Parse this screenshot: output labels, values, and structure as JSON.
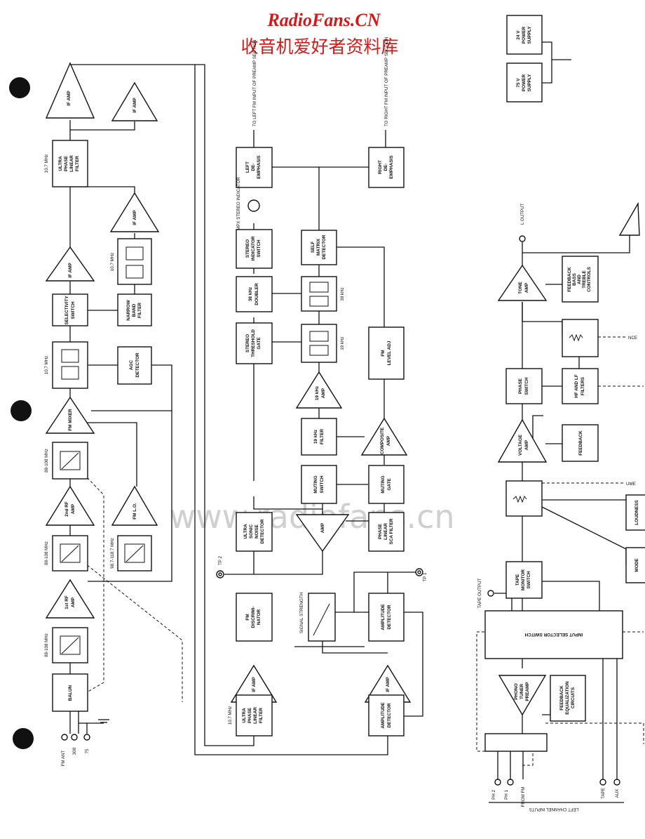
{
  "header": {
    "site": "RadioFans.CN",
    "subtitle": "收音机爱好者资料库",
    "watermark": "www.radiofans.cn"
  },
  "colors": {
    "header": "#d21a1a",
    "ink": "#111111",
    "watermark": "#cfcfcf"
  },
  "blocks": {
    "if_amp_top": [
      "IF AMP"
    ],
    "if_amp_top2": [
      "IF AMP"
    ],
    "upf_top": [
      "ULTRA",
      "PHASE",
      "LINEAR",
      "FILTER"
    ],
    "if_amp_mid": [
      "IF AMP"
    ],
    "if_amp_n": [
      "IF AMP"
    ],
    "selectivity": [
      "SELECTIVITY",
      "SWITCH"
    ],
    "narrow": [
      "NARROW",
      "BAND",
      "FILTER"
    ],
    "agc": [
      "AGC",
      "DETECTOR"
    ],
    "fm_mixer": [
      "FM MIXER"
    ],
    "rf2": [
      "2nd RF",
      "AMP"
    ],
    "fm_lo": [
      "FM L.O."
    ],
    "rf1": [
      "1st RF",
      "AMP"
    ],
    "balun": [
      "BALUN"
    ],
    "left_deemph": [
      "LEFT",
      "DE-",
      "EMPHASIS"
    ],
    "right_deemph": [
      "RIGHT",
      "DE-",
      "EMPHASIS"
    ],
    "stereo_ind": [
      "STEREO",
      "INDICATOR",
      "SWITCH"
    ],
    "self_matrix": [
      "SELF",
      "MATRIX",
      "DETECTOR"
    ],
    "doubler": [
      "38 kHz",
      "DOUBLER"
    ],
    "threshold": [
      "STEREO",
      "THRESHOLD",
      "GATE"
    ],
    "fm_level": [
      "FM",
      "LEVEL ADJ"
    ],
    "amp19": [
      "19 kHz",
      "AMP"
    ],
    "filter19": [
      "19 kHz",
      "FILTER"
    ],
    "composite": [
      "COMPOSITE",
      "AMP"
    ],
    "muting_sw": [
      "MUTING",
      "SWITCH"
    ],
    "muting_gate": [
      "MUTING",
      "GATE"
    ],
    "ultrasonic": [
      "ULTRA",
      "SONIC",
      "NOISE",
      "DETECTOR"
    ],
    "amp_c": [
      "AMP"
    ],
    "sca": [
      "PHASE",
      "LINEAR",
      "SCA FILTER"
    ],
    "discrim": [
      "FM",
      "DISCRIMI-",
      "NATOR"
    ],
    "amp_det_top": [
      "AMPLITUDE",
      "DETECTOR"
    ],
    "if_amp_b1": [
      "IF AMP"
    ],
    "if_amp_b2": [
      "IF AMP"
    ],
    "upf_bot": [
      "ULTRA",
      "PHASE",
      "LINEAR",
      "FILTER"
    ],
    "amp_det_bot": [
      "AMPLITUDE",
      "DETECTOR"
    ],
    "ps24": [
      "24 V",
      "POWER",
      "SUPPLY"
    ],
    "ps75": [
      "75 V",
      "POWER",
      "SUPPLY"
    ],
    "tone": [
      "TONE",
      "AMP"
    ],
    "fb_bass": [
      "FEEDBACK",
      "BASS",
      "AND",
      "TREBLE",
      "CONTROLS"
    ],
    "phase_sw": [
      "PHASE",
      "SWITCH"
    ],
    "hf_lf": [
      "HF AND LF",
      "FILTERS"
    ],
    "voltage": [
      "VOLTAGE",
      "AMP"
    ],
    "feedback": [
      "FEEDBACK"
    ],
    "loudness": [
      "LOUDNESS"
    ],
    "mode": [
      "MODE"
    ],
    "tape_mon": [
      "TAPE",
      "MONITOR",
      "SWITCH"
    ],
    "input_sel": [
      "INPUT SELECTOR SWITCH"
    ],
    "phono": [
      "PHONO",
      "TUNER",
      "PREAMP"
    ],
    "fb_eq": [
      "FEEDBACK",
      "EQUALIZATION",
      "CIRCUITS"
    ]
  },
  "labels": {
    "f107_a": "10.7 MHz",
    "f107_b": "10.7 MHz",
    "f107_c": "10.7 MHz",
    "f107_d": "10.7 MHz",
    "f88_a": "88-108 MHz",
    "f88_b": "88-108 MHz",
    "f88_c": "88-108 MHz",
    "f98": "98.7-118.7 MHz",
    "k38": "38 kHz",
    "k19": "19 kHz",
    "left_out": "TO LEFT FM INPUT OF PREAMP SECTION",
    "right_out": "TO RIGHT FM INPUT OF PREAMP SECTION",
    "mpx": "MPX STEREO INDICATOR",
    "tp2": "TP 2",
    "tp1": "TP 1",
    "signal": "SIGNAL STRENGTH",
    "fm_ant": "FM ANT",
    "ohm300": "300",
    "ohm75": "75",
    "l_output": "L OUTPUT",
    "tape_output": "TAPE OUTPUT",
    "inputs": [
      "PH 2",
      "PH 1",
      "FROM FM",
      "TAPE",
      "AUX"
    ],
    "lci": "LEFT CHANNEL INPUTS",
    "nce": "NCE",
    "ume": "UME"
  }
}
